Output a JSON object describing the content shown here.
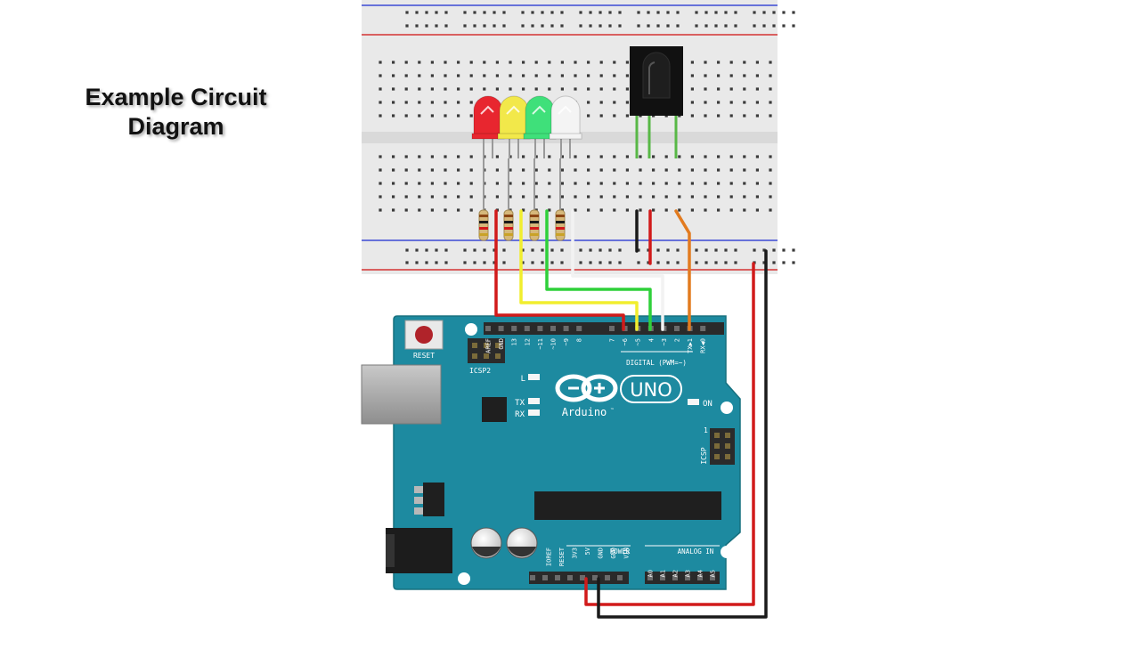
{
  "title": {
    "line1": "Example Circuit",
    "line2": "Diagram"
  },
  "board": {
    "reset": "RESET",
    "icsp2": "ICSP2",
    "icsp": "ICSP",
    "icsp_pin": "1",
    "led_l": "L",
    "led_tx": "TX",
    "led_rx": "RX",
    "on": "ON",
    "uno": "UNO",
    "brand": "Arduino",
    "tm": "™",
    "digital": "DIGITAL (PWM=~)",
    "power": "POWER",
    "analog": "ANALOG IN",
    "digital_pins": [
      "AREF",
      "GND",
      "13",
      "12",
      "~11",
      "~10",
      "~9",
      "8",
      "7",
      "~6",
      "~5",
      "4",
      "~3",
      "2",
      "TX▶1",
      "RX◀0"
    ],
    "power_pins": [
      "IOREF",
      "RESET",
      "3V3",
      "5V",
      "GND",
      "GND",
      "VIN"
    ],
    "analog_pins": [
      "A0",
      "A1",
      "A2",
      "A3",
      "A4",
      "A5"
    ]
  },
  "leds": [
    {
      "color": "red",
      "fill": "#e8262f"
    },
    {
      "color": "yellow",
      "fill": "#f2e84a"
    },
    {
      "color": "green",
      "fill": "#3fe07a"
    },
    {
      "color": "white",
      "fill": "#f4f4f4"
    }
  ],
  "wires": {
    "red": "#d11a1a",
    "yellow": "#f1ee2e",
    "green": "#2fd03a",
    "white": "#f2f2f2",
    "orange": "#e27b1f",
    "black": "#1a1a1a"
  },
  "colors": {
    "board": "#1d8aa0",
    "breadboard": "#e9e9e9",
    "rail_red": "#d43333",
    "rail_blue": "#3c4bd6"
  }
}
